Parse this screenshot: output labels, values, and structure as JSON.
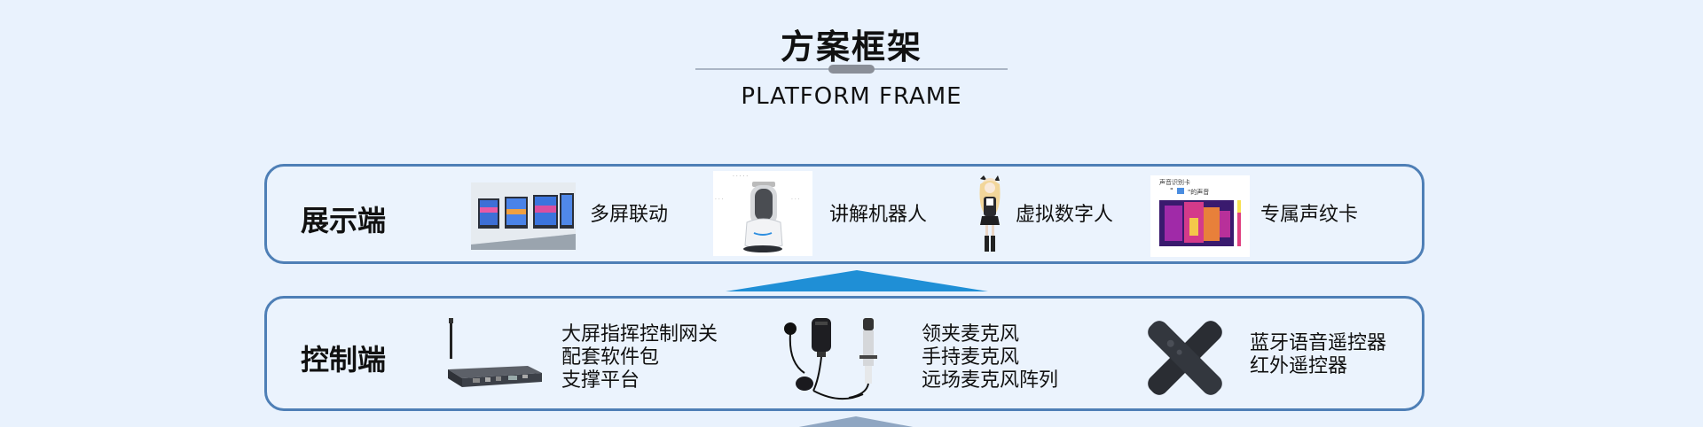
{
  "header": {
    "title": "方案框架",
    "subtitle": "PLATFORM FRAME"
  },
  "display_row": {
    "label": "展示端",
    "items": [
      {
        "label": "多屏联动",
        "icon": "video-wall-image"
      },
      {
        "label": "讲解机器人",
        "icon": "robot-image"
      },
      {
        "label": "虚拟数字人",
        "icon": "virtual-avatar-image"
      },
      {
        "label": "专属声纹卡",
        "icon": "voiceprint-card-image"
      }
    ]
  },
  "control_row": {
    "label": "控制端",
    "items": [
      {
        "lines": [
          "大屏指挥控制网关",
          "配套软件包",
          "支撑平台"
        ],
        "icon": "gateway-device-image"
      },
      {
        "lines": [
          "领夹麦克风",
          "手持麦克风",
          "远场麦克风阵列"
        ],
        "icon": "microphones-image"
      },
      {
        "lines": [
          "蓝牙语音遥控器",
          "红外遥控器"
        ],
        "icon": "remote-controls-image"
      }
    ]
  },
  "colors": {
    "background": "#e9f2fd",
    "panel_border": "#4e7fb6",
    "arrow": "#1f8fd6"
  }
}
